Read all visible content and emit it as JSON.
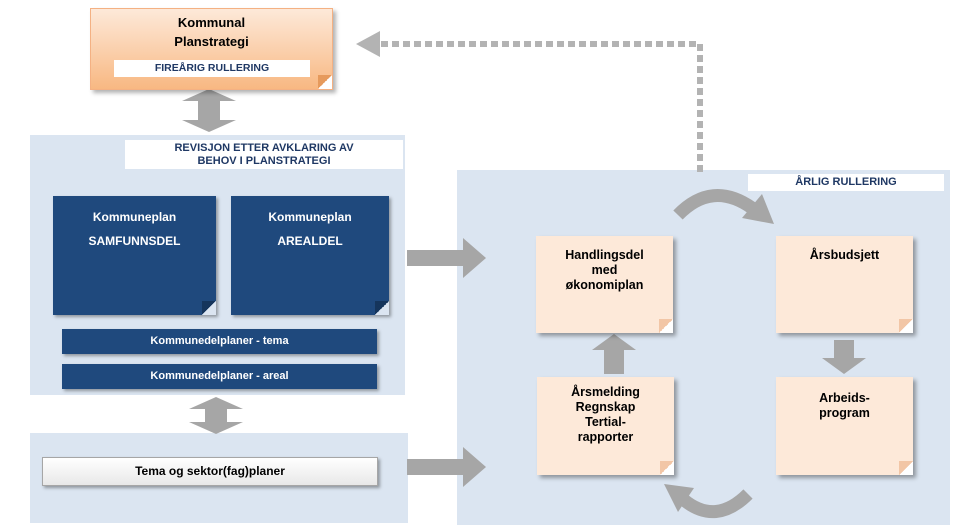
{
  "strategy": {
    "title_line1": "Kommunal",
    "title_line2": "Planstrategi",
    "subtitle": "FIREÅRIG RULLERING"
  },
  "left_panel": {
    "label_line1": "REVISJON ETTER AVKLARING AV",
    "label_line2": "BEHOV I PLANSTRATEGI",
    "plan_samfunn": {
      "line1": "Kommuneplan",
      "line2": "SAMFUNNSDEL"
    },
    "plan_areal": {
      "line1": "Kommuneplan",
      "line2": "AREALDEL"
    },
    "bar_tema": "Kommunedelplaner - tema",
    "bar_areal": "Kommunedelplaner - areal"
  },
  "bottom_panel": {
    "box": "Tema og sektor(fag)planer"
  },
  "right_panel": {
    "label": "ÅRLIG RULLERING",
    "handlingsdel": [
      "Handlingsdel",
      "med",
      "økonomiplan"
    ],
    "arsbudsjett": [
      "Årsbudsjett"
    ],
    "arbeidsprogram": [
      "Arbeids-",
      "program"
    ],
    "arsmelding": [
      "Årsmelding",
      "Regnskap",
      "Tertial-",
      "rapporter"
    ]
  },
  "colors": {
    "panel": "#dbe5f1",
    "navy": "#1f497d",
    "peach": "#fde9d9",
    "strategy_gradient_top": "#fde9d9",
    "strategy_gradient_bottom": "#f8b882",
    "arrow_gray": "#a6a6a6"
  }
}
